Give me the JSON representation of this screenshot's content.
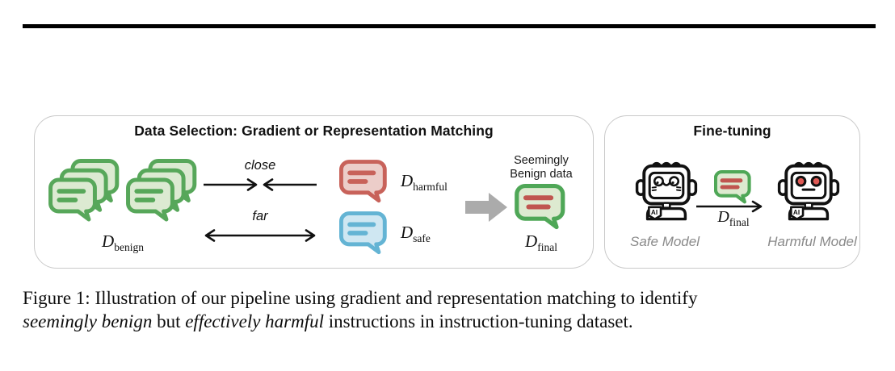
{
  "figure": {
    "left_panel": {
      "title": "Data Selection: Gradient or Representation Matching",
      "benign": {
        "symbol": "D",
        "subscript": "benign"
      },
      "close_label": "close",
      "far_label": "far",
      "harmful": {
        "symbol": "D",
        "subscript": "harmful"
      },
      "safe": {
        "symbol": "D",
        "subscript": "safe"
      },
      "seemingly_line1": "Seemingly",
      "seemingly_line2": "Benign data",
      "final": {
        "symbol": "D",
        "subscript": "final"
      }
    },
    "right_panel": {
      "title": "Fine-tuning",
      "safe_model_label": "Safe Model",
      "final": {
        "symbol": "D",
        "subscript": "final"
      },
      "harmful_model_label": "Harmful Model",
      "robot_badge": "AI"
    }
  },
  "caption": {
    "line1": "Figure 1: Illustration of our pipeline using gradient and representation matching to identify",
    "line2_italic1": "seemingly benign",
    "line2_mid": " but ",
    "line2_italic2": "effectively harmful",
    "line2_end": " instructions in instruction-tuning dataset."
  },
  "icons": {
    "benign_stacks": "chat-bubbles-stack-icon",
    "harmful_bubble": "chat-bubble-red-icon",
    "safe_bubble": "chat-bubble-blue-icon",
    "final_bubble": "chat-bubble-green-red-lines-icon",
    "selection_arrow": "block-arrow-right-icon",
    "safe_robot": "happy-robot-icon",
    "harmful_robot": "evil-robot-icon"
  },
  "colors": {
    "green_border": "#57a75a",
    "green_fill": "#dcead2",
    "red_border": "#c8625a",
    "red_fill": "#eccdc9",
    "blue_border": "#64b4d4",
    "blue_fill": "#cfe7f2",
    "final_green_border": "#4fa757",
    "harm_line_red": "#c0554f",
    "panel_border": "#c9c9c9",
    "block_arrow_gray": "#ababab",
    "model_label_gray": "#8a8a8a"
  }
}
